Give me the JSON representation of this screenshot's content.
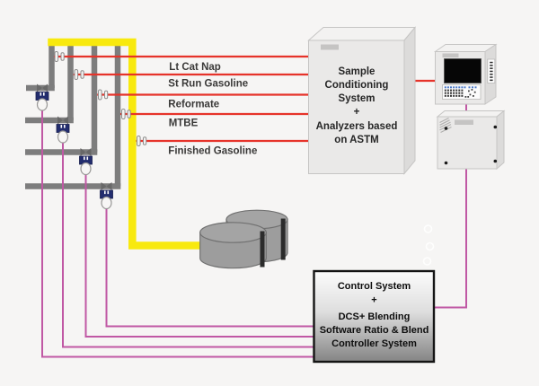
{
  "diagram": {
    "type": "process-flow-diagram",
    "subject": "gasoline blending and analyzer sampling system",
    "streams": [
      {
        "label": "Lt Cat Nap"
      },
      {
        "label": "St Run Gasoline"
      },
      {
        "label": "Reformate"
      },
      {
        "label": "MTBE"
      },
      {
        "label": "Finished Gasoline"
      }
    ],
    "sample_conditioning_box": {
      "lines": [
        "Sample",
        "Conditioning",
        "System",
        "+",
        "Analyzers based",
        "on ASTM"
      ]
    },
    "control_box": {
      "lines": [
        "Control System",
        "+",
        "DCS+ Blending",
        "Software Ratio & Blend",
        "Controller System"
      ]
    },
    "colors": {
      "background": "#f6f5f4",
      "sample_line_red": "#e6332a",
      "blend_header_yellow": "#f8e90e",
      "signal_line_magenta": "#c058a4",
      "pipe_gray": "#7d7d7d",
      "valve_navy": "#232d6e",
      "tank_gray": "#9d9d9d",
      "cabinet_gray": "#eae9e8"
    }
  }
}
